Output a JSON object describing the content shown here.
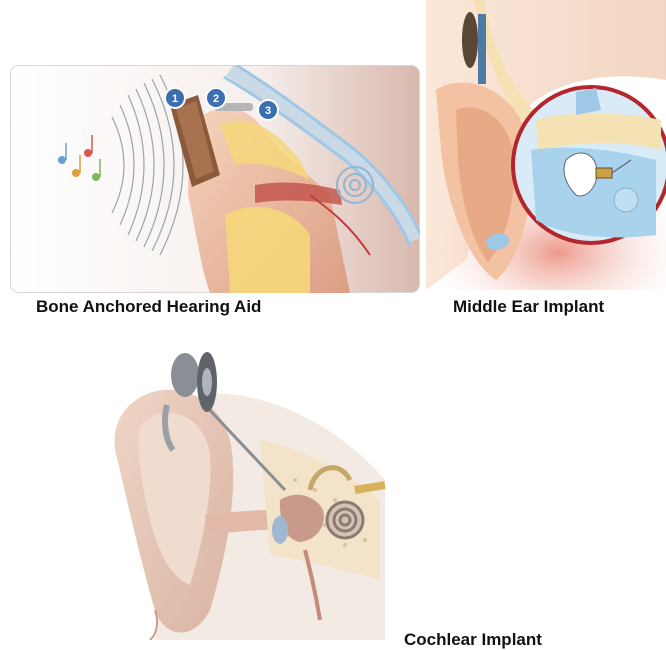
{
  "illustrations": [
    {
      "caption": "Bone Anchored Hearing Aid",
      "callouts": [
        "1",
        "2",
        "3"
      ],
      "icons": [
        "music-notes-icon",
        "sound-waves-icon"
      ]
    },
    {
      "caption": "Middle Ear Implant",
      "icons": [
        "magnifier-circle-icon"
      ]
    },
    {
      "caption": "Cochlear Implant",
      "icons": [
        "cochlea-icon",
        "implant-magnet-icon"
      ]
    }
  ],
  "colors": {
    "skin": "#f2c9ad",
    "skin_shadow": "#d89a80",
    "bone": "#f4e2b4",
    "fat": "#f5d77a",
    "canal_blue": "#9fc8e6",
    "device_brown": "#8a5a3a",
    "magnifier_red": "#b3262e",
    "callout_blue": "#3b6fb0"
  }
}
